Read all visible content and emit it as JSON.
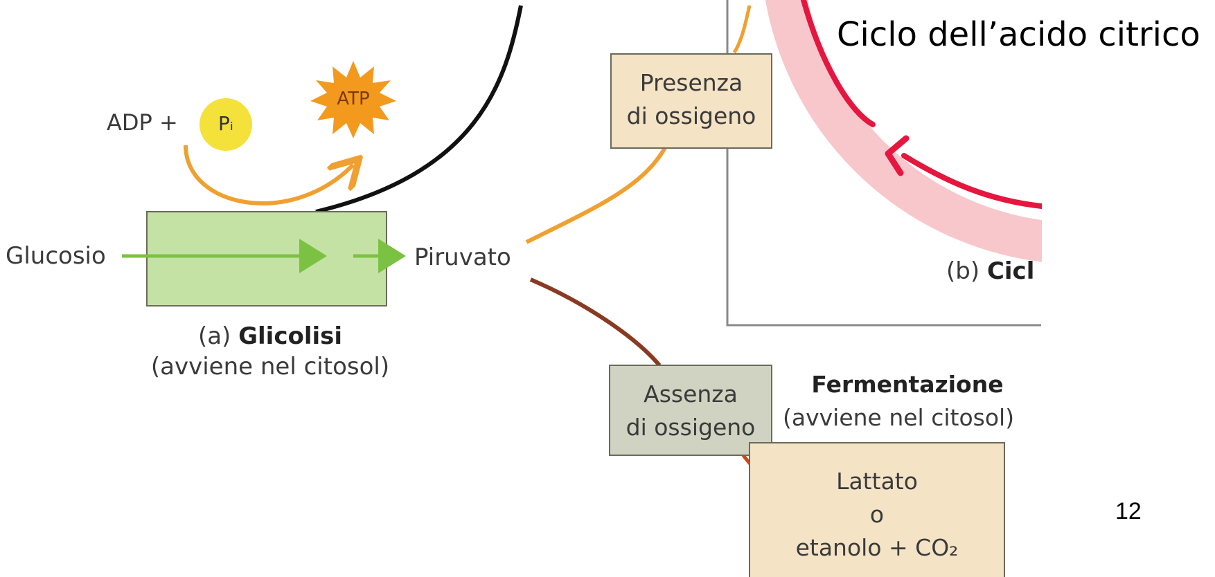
{
  "slide_title": "Ciclo dell’acido citrico",
  "page_number": "12",
  "glycolysis": {
    "input_label": "Glucosio",
    "output_label": "Piruvato",
    "adp_label": "ADP +",
    "pi_label": "Pᵢ",
    "atp_label": "ATP",
    "caption_prefix": "(a)",
    "caption_bold": "Glicolisi",
    "caption_location": "(avviene nel citosol)"
  },
  "oxygen_present": {
    "line1": "Presenza",
    "line2": "di ossigeno"
  },
  "citric_cycle_caption": {
    "prefix": "(b)",
    "bold": "Cicl"
  },
  "oxygen_absent": {
    "line1": "Assenza",
    "line2": "di ossigeno"
  },
  "fermentation": {
    "title": "Fermentazione",
    "location": "(avviene nel citosol)",
    "product_line1": "Lattato",
    "product_line2": "o",
    "product_line3": "etanolo + CO₂"
  },
  "colors": {
    "glycolysis_box": "#c5e2a5",
    "green_arrow": "#7cc242",
    "orange_arrow": "#f0a030",
    "brown_arrow": "#8a3a22",
    "pink_ring": "#f7c7cc",
    "red_arrow": "#e5173f",
    "beige_box": "#f4e3c5",
    "gray_box": "#d0d2c2",
    "pi_circle": "#f4e13a",
    "atp_burst": "#f39a1e"
  }
}
